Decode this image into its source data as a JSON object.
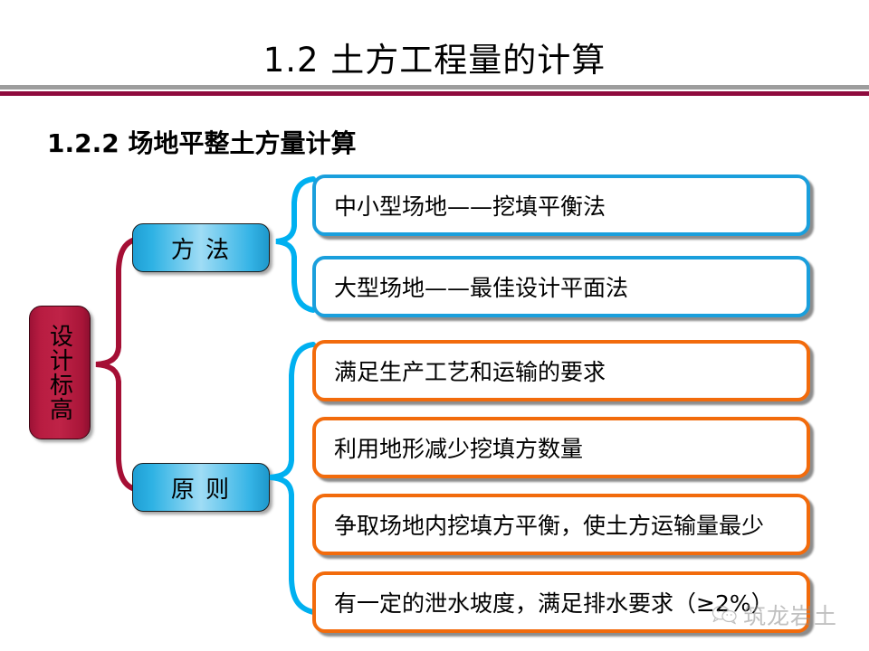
{
  "header": {
    "title": "1.2  土方工程量的计算",
    "rule_gray_color": "#9d9d9d",
    "rule_red_color": "#8f0b3e"
  },
  "subtitle": "1.2.2 场地平整土方量计算",
  "diagram": {
    "root": {
      "label": "设计标高",
      "color": "#b81c41",
      "orientation": "vertical"
    },
    "branches": [
      {
        "label": "方  法",
        "color": "#2eb2e4",
        "connector_color": "#00b0f0",
        "leaves": [
          {
            "text": "中小型场地——挖填平衡法",
            "border_color": "#1a9fdc"
          },
          {
            "text": "大型场地——最佳设计平面法",
            "border_color": "#1a9fdc"
          }
        ]
      },
      {
        "label": "原  则",
        "color": "#2eb2e4",
        "connector_color": "#00b0f0",
        "leaves": [
          {
            "text": "满足生产工艺和运输的要求",
            "border_color": "#f26b0c"
          },
          {
            "text": "利用地形减少挖填方数量",
            "border_color": "#f26b0c"
          },
          {
            "text": "争取场地内挖填方平衡，使土方运输量最少",
            "border_color": "#f26b0c"
          },
          {
            "text": "有一定的泄水坡度，满足排水要求（≥2%）",
            "border_color": "#f26b0c"
          }
        ]
      }
    ],
    "root_connector_color": "#a50f35"
  },
  "watermark": {
    "text": "筑龙岩土",
    "icon": "wechat-icon",
    "color": "#8e8e8e"
  }
}
